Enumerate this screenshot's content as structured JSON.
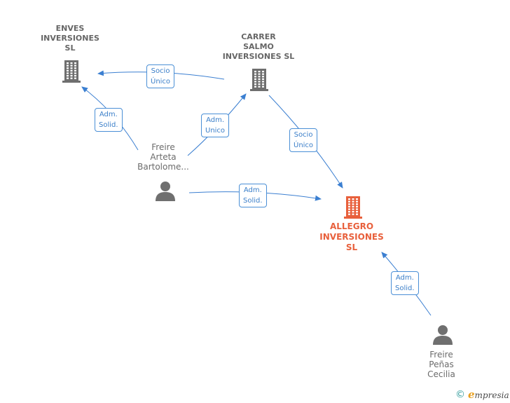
{
  "diagram": {
    "nodes": [
      {
        "id": "enves",
        "type": "company",
        "label": [
          "ENVES",
          "INVERSIONES",
          "SL"
        ],
        "color": "#6f6f6f"
      },
      {
        "id": "carrer",
        "type": "company",
        "label": [
          "CARRER",
          "SALMO",
          "INVERSIONES SL"
        ],
        "color": "#6f6f6f"
      },
      {
        "id": "allegro",
        "type": "company",
        "label": [
          "ALLEGRO",
          "INVERSIONES",
          "SL"
        ],
        "color": "#e8603c",
        "focus": true
      },
      {
        "id": "freire_arteta",
        "type": "person",
        "label": [
          "Freire",
          "Arteta",
          "Bartolome..."
        ],
        "color": "#6f6f6f"
      },
      {
        "id": "freire_penas",
        "type": "person",
        "label": [
          "Freire",
          "Peñas",
          "Cecilia"
        ],
        "color": "#6f6f6f"
      }
    ],
    "edges": [
      {
        "from": "carrer",
        "to": "enves",
        "label": [
          "Socio",
          "Único"
        ]
      },
      {
        "from": "freire_arteta",
        "to": "enves",
        "label": [
          "Adm.",
          "Solid."
        ]
      },
      {
        "from": "freire_arteta",
        "to": "carrer",
        "label": [
          "Adm.",
          "Unico"
        ]
      },
      {
        "from": "carrer",
        "to": "allegro",
        "label": [
          "Socio",
          "Único"
        ]
      },
      {
        "from": "freire_arteta",
        "to": "allegro",
        "label": [
          "Adm.",
          "Solid."
        ]
      },
      {
        "from": "freire_penas",
        "to": "allegro",
        "label": [
          "Adm.",
          "Solid."
        ]
      }
    ],
    "edge_color": "#3b7fd1"
  },
  "footer": {
    "copyright_symbol": "©",
    "brand_initial": "e",
    "brand_rest": "mpresia"
  }
}
